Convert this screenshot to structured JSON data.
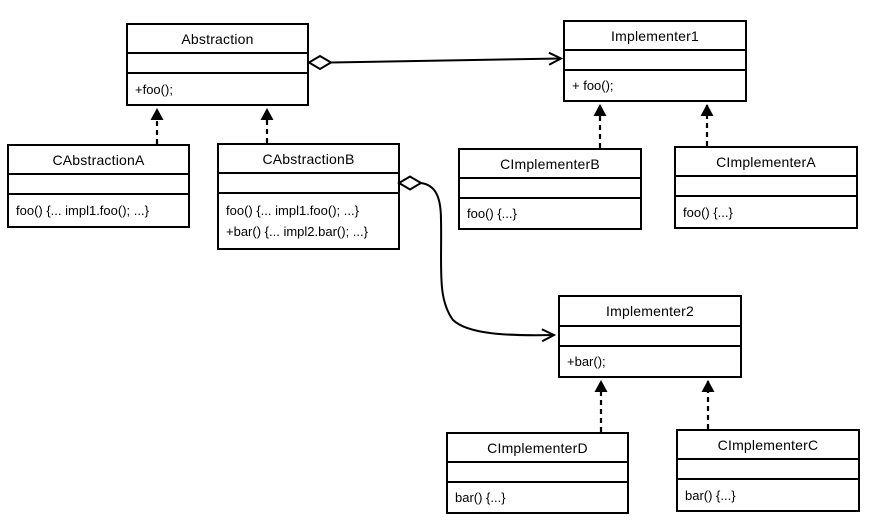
{
  "colors": {
    "line": "#000000",
    "background": "#ffffff",
    "text": "#000000"
  },
  "classes": [
    {
      "name": "Abstraction",
      "attributes": [],
      "methods": [
        "+foo();"
      ]
    },
    {
      "name": "Implementer1",
      "attributes": [],
      "methods": [
        "+ foo();"
      ]
    },
    {
      "name": "CAbstractionA",
      "attributes": [],
      "methods": [
        "foo() {... impl1.foo(); ...}"
      ]
    },
    {
      "name": "CAbstractionB",
      "attributes": [],
      "methods": [
        "foo() {... impl1.foo(); ...}",
        "+bar() {... impl2.bar(); ...}"
      ]
    },
    {
      "name": "CImplementerB",
      "attributes": [],
      "methods": [
        "foo() {...}"
      ]
    },
    {
      "name": "CImplementerA",
      "attributes": [],
      "methods": [
        "foo() {...}"
      ]
    },
    {
      "name": "Implementer2",
      "attributes": [],
      "methods": [
        "+bar();"
      ]
    },
    {
      "name": "CImplementerD",
      "attributes": [],
      "methods": [
        "bar() {...}"
      ]
    },
    {
      "name": "CImplementerC",
      "attributes": [],
      "methods": [
        "bar() {...}"
      ]
    }
  ],
  "connectors": [
    {
      "type": "aggregation-arrow",
      "from": "Abstraction",
      "to": "Implementer1"
    },
    {
      "type": "aggregation-arrow",
      "from": "CAbstractionB",
      "to": "Implementer2"
    },
    {
      "type": "dashed-generalization",
      "from": "CAbstractionA",
      "to": "Abstraction"
    },
    {
      "type": "dashed-generalization",
      "from": "CAbstractionB",
      "to": "Abstraction"
    },
    {
      "type": "dashed-generalization",
      "from": "CImplementerB",
      "to": "Implementer1"
    },
    {
      "type": "dashed-generalization",
      "from": "CImplementerA",
      "to": "Implementer1"
    },
    {
      "type": "dashed-generalization",
      "from": "CImplementerD",
      "to": "Implementer2"
    },
    {
      "type": "dashed-generalization",
      "from": "CImplementerC",
      "to": "Implementer2"
    }
  ]
}
